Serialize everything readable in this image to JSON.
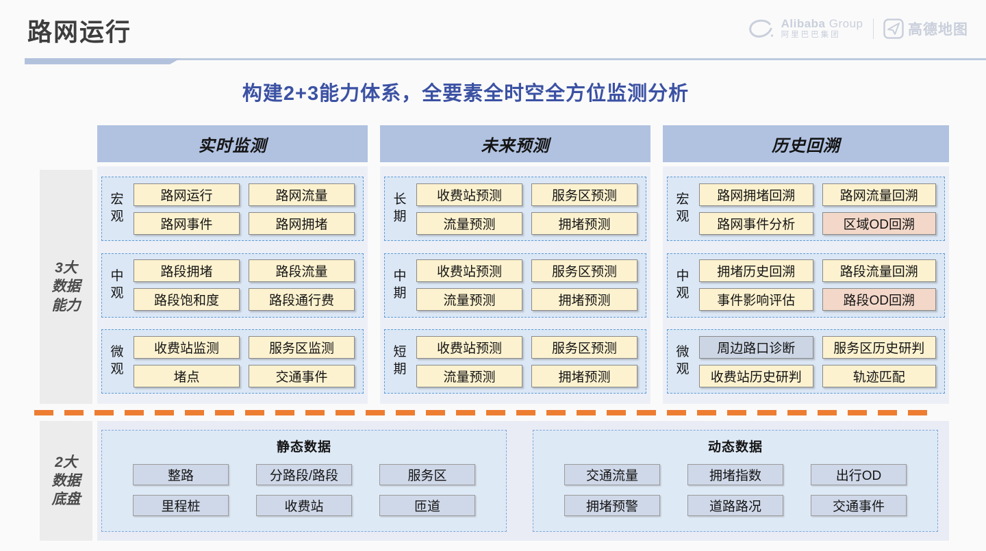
{
  "slide_title": "路网运行",
  "headline": "构建2+3能力体系，全要素全时空全方位监测分析",
  "logos": {
    "alibaba_en": "Alibaba",
    "alibaba_group": " Group",
    "alibaba_cn": "阿里巴巴集团",
    "amap": "高德地图"
  },
  "side_labels": {
    "capabilities": "3大数据能力",
    "foundation": "2大数据底盘"
  },
  "colors": {
    "headline_blue": "#3b51a3",
    "header_fill": "#b1c2e1",
    "panel_fill": "#edeff7",
    "rowbox_fill": "#dbe7f5",
    "rowbox_border": "#5b9bd5",
    "chip_cream": "#fdf2cf",
    "chip_pink": "#f3d8c9",
    "chip_gray": "#ccd5e4",
    "data_chip_fill": "#cfd8e8",
    "divider_orange": "#ed7d31"
  },
  "columns": [
    {
      "id": "realtime",
      "header": "实时监测",
      "rows": [
        {
          "label": "宏观",
          "buttons": [
            {
              "text": "路网运行",
              "variant": "cream"
            },
            {
              "text": "路网流量",
              "variant": "cream"
            },
            {
              "text": "路网事件",
              "variant": "cream"
            },
            {
              "text": "路网拥堵",
              "variant": "cream"
            }
          ]
        },
        {
          "label": "中观",
          "buttons": [
            {
              "text": "路段拥堵",
              "variant": "cream"
            },
            {
              "text": "路段流量",
              "variant": "cream"
            },
            {
              "text": "路段饱和度",
              "variant": "cream"
            },
            {
              "text": "路段通行费",
              "variant": "cream"
            }
          ]
        },
        {
          "label": "微观",
          "buttons": [
            {
              "text": "收费站监测",
              "variant": "cream"
            },
            {
              "text": "服务区监测",
              "variant": "cream"
            },
            {
              "text": "堵点",
              "variant": "cream"
            },
            {
              "text": "交通事件",
              "variant": "cream"
            }
          ]
        }
      ]
    },
    {
      "id": "forecast",
      "header": "未来预测",
      "rows": [
        {
          "label": "长期",
          "buttons": [
            {
              "text": "收费站预测",
              "variant": "cream"
            },
            {
              "text": "服务区预测",
              "variant": "cream"
            },
            {
              "text": "流量预测",
              "variant": "cream"
            },
            {
              "text": "拥堵预测",
              "variant": "cream"
            }
          ]
        },
        {
          "label": "中期",
          "buttons": [
            {
              "text": "收费站预测",
              "variant": "cream"
            },
            {
              "text": "服务区预测",
              "variant": "cream"
            },
            {
              "text": "流量预测",
              "variant": "cream"
            },
            {
              "text": "拥堵预测",
              "variant": "cream"
            }
          ]
        },
        {
          "label": "短期",
          "buttons": [
            {
              "text": "收费站预测",
              "variant": "cream"
            },
            {
              "text": "服务区预测",
              "variant": "cream"
            },
            {
              "text": "流量预测",
              "variant": "cream"
            },
            {
              "text": "拥堵预测",
              "variant": "cream"
            }
          ]
        }
      ]
    },
    {
      "id": "history",
      "header": "历史回溯",
      "rows": [
        {
          "label": "宏观",
          "buttons": [
            {
              "text": "路网拥堵回溯",
              "variant": "cream"
            },
            {
              "text": "路网流量回溯",
              "variant": "cream"
            },
            {
              "text": "路网事件分析",
              "variant": "cream"
            },
            {
              "text": "区域OD回溯",
              "variant": "pink"
            }
          ]
        },
        {
          "label": "中观",
          "buttons": [
            {
              "text": "拥堵历史回溯",
              "variant": "cream"
            },
            {
              "text": "路段流量回溯",
              "variant": "cream"
            },
            {
              "text": "事件影响评估",
              "variant": "cream"
            },
            {
              "text": "路段OD回溯",
              "variant": "pink"
            }
          ]
        },
        {
          "label": "微观",
          "buttons": [
            {
              "text": "周边路口诊断",
              "variant": "gray"
            },
            {
              "text": "服务区历史研判",
              "variant": "cream"
            },
            {
              "text": "收费站历史研判",
              "variant": "cream"
            },
            {
              "text": "轨迹匹配",
              "variant": "cream"
            }
          ]
        }
      ]
    }
  ],
  "bottom_panels": [
    {
      "id": "static",
      "title": "静态数据",
      "buttons": [
        "整路",
        "分路段/路段",
        "服务区",
        "里程桩",
        "收费站",
        "匝道"
      ]
    },
    {
      "id": "dynamic",
      "title": "动态数据",
      "buttons": [
        "交通流量",
        "拥堵指数",
        "出行OD",
        "拥堵预警",
        "道路路况",
        "交通事件"
      ]
    }
  ]
}
